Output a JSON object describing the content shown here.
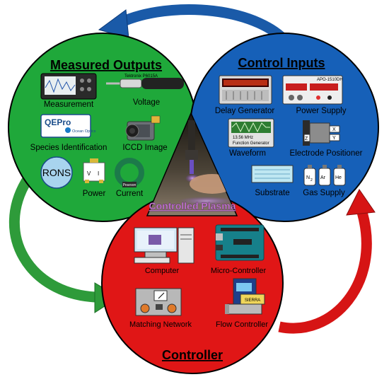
{
  "colors": {
    "outputs": "#1fa83a",
    "inputs": "#1660b8",
    "controller": "#e01616",
    "plasma_label": "#c97cd6",
    "arrow_blue": "#1a5aa8",
    "arrow_green": "#2e9b3a",
    "arrow_red": "#d61414"
  },
  "measured_outputs": {
    "title": "Measured Outputs",
    "items": {
      "measurement": "Measurement",
      "voltage": "Voltage",
      "species": "Species Identification",
      "iccd": "ICCD Image",
      "rons": "RONS",
      "power": "Power",
      "current": "Current"
    },
    "logos": {
      "qepro": "QEPro",
      "ocean_optics": "Ocean Optics",
      "probe_brand": "Tektronix P6015A",
      "pearson": "Pearson",
      "power_v": "V",
      "power_i": "I"
    }
  },
  "control_inputs": {
    "title": "Control Inputs",
    "items": {
      "delay_generator": "Delay Generator",
      "power_supply": "Power Supply",
      "waveform": "Waveform",
      "electrode_positioner": "Electrode Positioner",
      "substrate": "Substrate",
      "gas_supply": "Gas Supply"
    },
    "details": {
      "function_generator_freq": "13.56 MHz",
      "function_generator_name": "Function Generator",
      "power_supply_model": "APO-1510DH",
      "gas_n2": "N",
      "gas_n2_sub": "2",
      "gas_ar": "Ar",
      "gas_he": "He",
      "axis_z": "Z",
      "axis_x": "X",
      "axis_y": "Y"
    }
  },
  "controller": {
    "title": "Controller",
    "items": {
      "computer": "Computer",
      "micro_controller": "Micro-Controller",
      "matching_network": "Matching Network",
      "flow_controller": "Flow Controller"
    },
    "details": {
      "mfc_brand": "SIERRA"
    }
  },
  "center": {
    "label": "Controlled Plasma"
  }
}
